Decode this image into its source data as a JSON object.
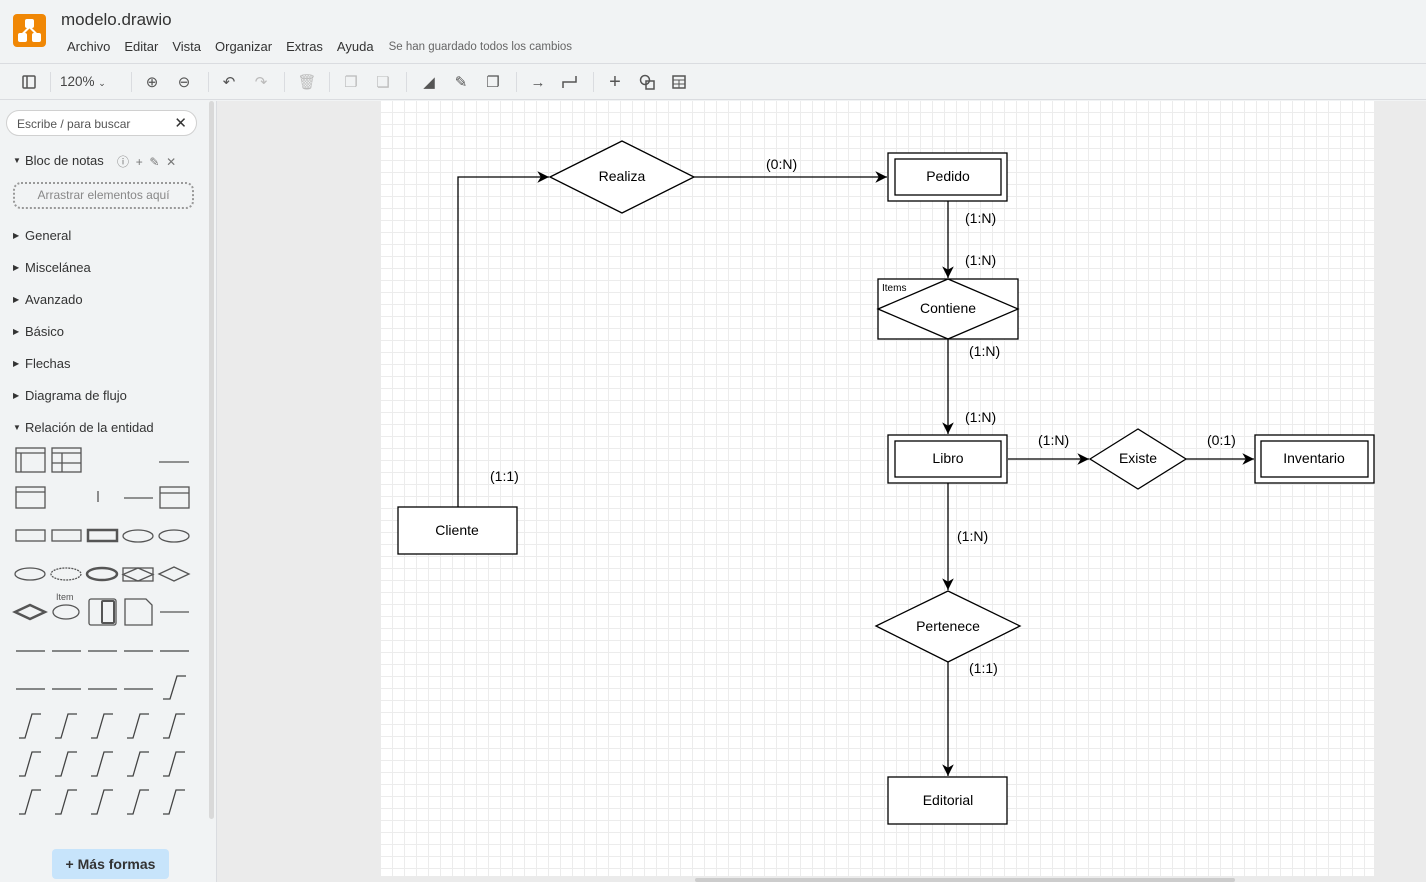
{
  "app": {
    "title": "modelo.drawio",
    "status": "Se han guardado todos los cambios",
    "accent": "#f08705"
  },
  "menu": [
    "Archivo",
    "Editar",
    "Vista",
    "Organizar",
    "Extras",
    "Ayuda"
  ],
  "toolbar": {
    "zoom": "120%"
  },
  "sidebar": {
    "search_placeholder": "Escribe / para buscar",
    "scratchpad": {
      "title": "Bloc de notas",
      "drop_hint": "Arrastrar elementos aquí"
    },
    "sections": [
      "General",
      "Miscelánea",
      "Avanzado",
      "Básico",
      "Flechas",
      "Diagrama de flujo",
      "Relación de la entidad"
    ],
    "shape_item_label": "Item",
    "more_shapes": "Más formas"
  },
  "diagram": {
    "entities": {
      "pedido": "Pedido",
      "libro": "Libro",
      "inventario": "Inventario",
      "cliente": "Cliente",
      "editorial": "Editorial"
    },
    "relations": {
      "realiza": "Realiza",
      "contiene": "Contiene",
      "contiene_header": "Items",
      "existe": "Existe",
      "pertenece": "Pertenece"
    },
    "cardinalities": {
      "realiza_pedido": "(0:N)",
      "pedido_out": "(1:N)",
      "contiene_in": "(1:N)",
      "contiene_out": "(1:N)",
      "libro_in": "(1:N)",
      "libro_existe": "(1:N)",
      "existe_inv": "(0:1)",
      "cliente": "(1:1)",
      "libro_pertenece": "(1:N)",
      "pertenece_out": "(1:1)"
    }
  }
}
